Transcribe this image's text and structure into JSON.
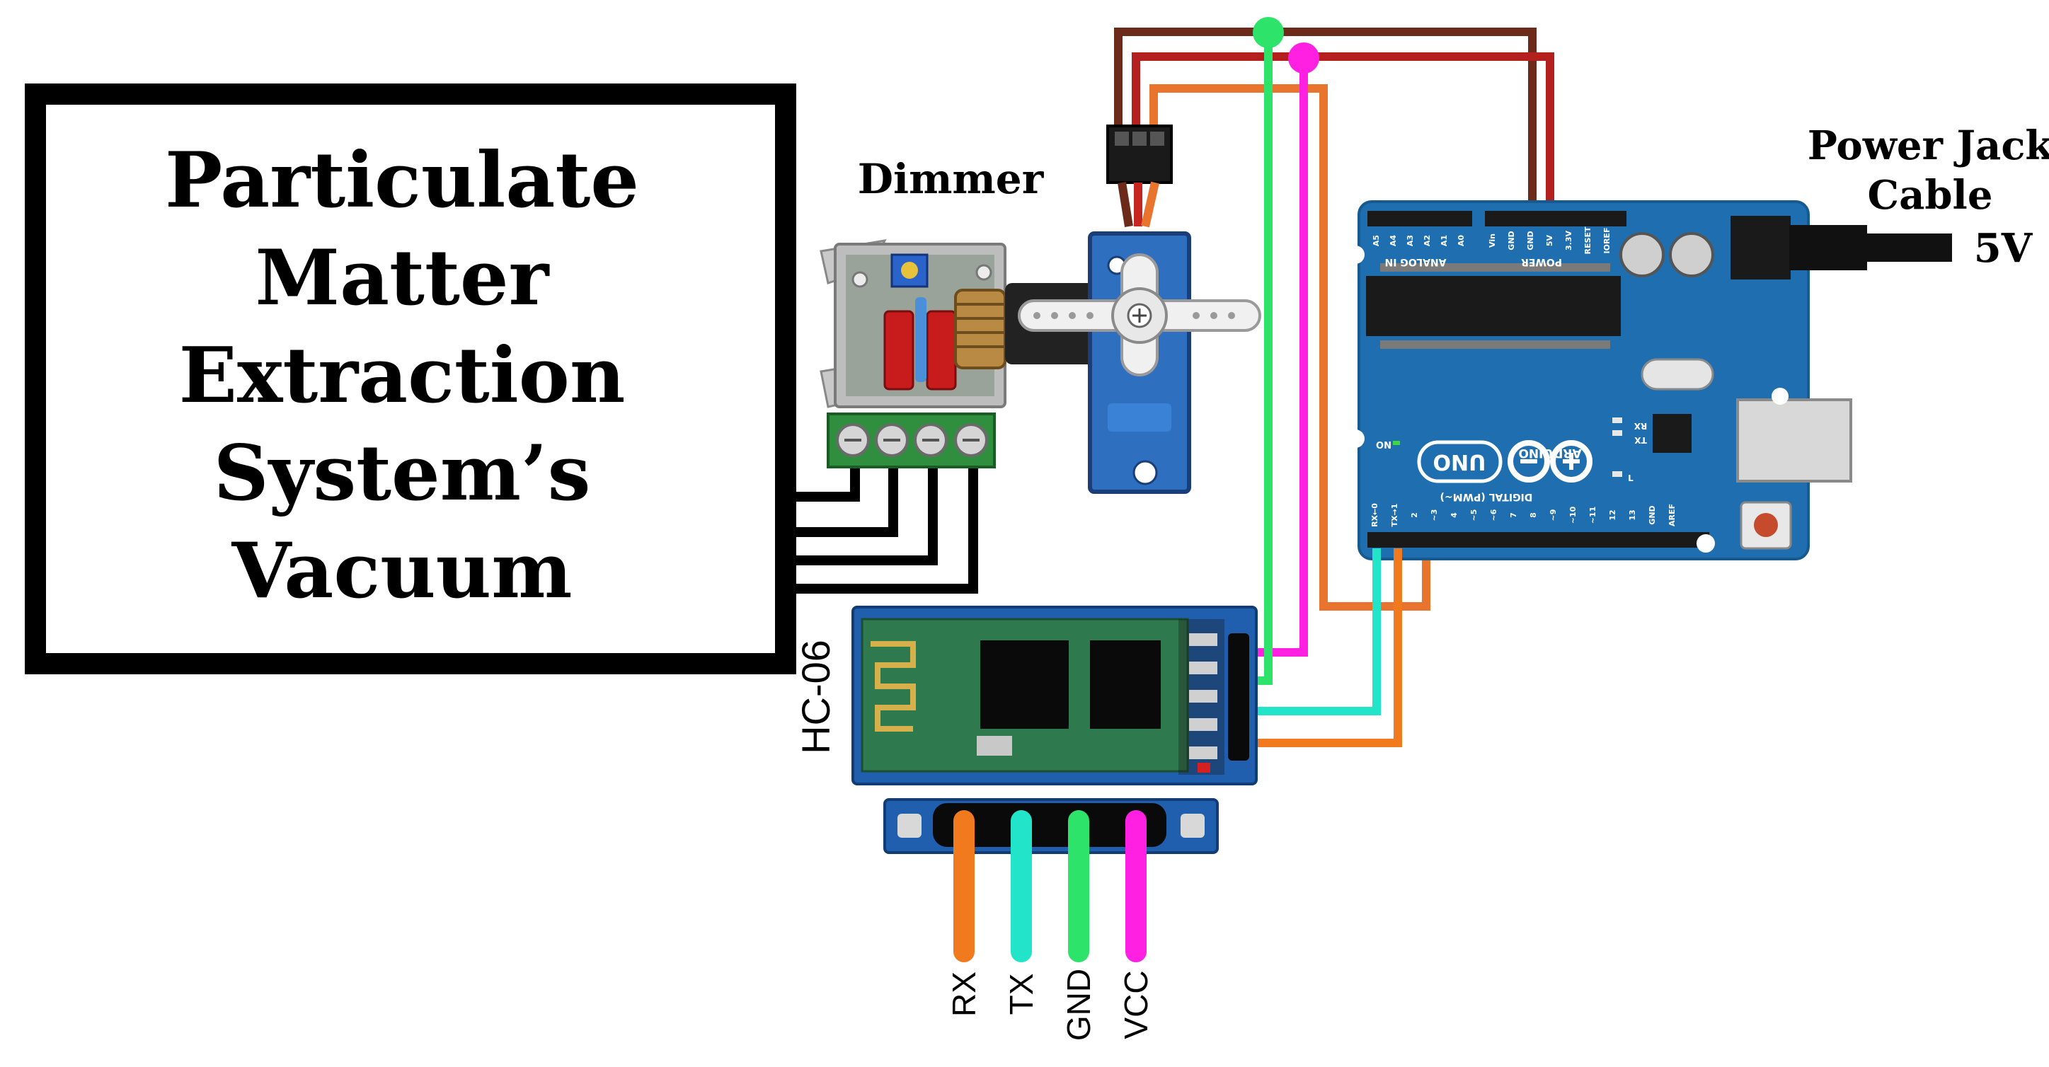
{
  "vacuum_box": {
    "lines": [
      "Particulate",
      "Matter",
      "Extraction",
      "System’s",
      "Vacuum"
    ]
  },
  "labels": {
    "dimmer": "Dimmer",
    "power_jack_line1": "Power Jack",
    "power_jack_line2": "Cable",
    "power_voltage": "5V",
    "bt_module": "HC-06"
  },
  "hc06_pins": [
    "RX",
    "TX",
    "GND",
    "VCC"
  ],
  "arduino": {
    "brand": "ARDUINO",
    "model": "UNO",
    "on_label": "ON",
    "tx_label": "TX",
    "rx_label": "RX",
    "l_label": "L",
    "analog_in": "ANALOG IN",
    "power": "POWER",
    "digital": "DIGITAL (PWM~)",
    "analog_pins": [
      "A5",
      "A4",
      "A3",
      "A2",
      "A1",
      "A0"
    ],
    "power_pins": [
      "Vin",
      "GND",
      "GND",
      "5V",
      "3.3V",
      "RESET",
      "IOREF"
    ],
    "digital_pins": [
      "RX←0",
      "TX→1",
      "2",
      "~3",
      "4",
      "~5",
      "~6",
      "7",
      "8",
      "~9",
      "~10",
      "~11",
      "12",
      "13",
      "GND",
      "AREF"
    ]
  },
  "wire_colors": {
    "servo_signal": "#e8742d",
    "servo_power": "#b3201e",
    "servo_ground": "#6b2a1a",
    "bt_rx": "#f07a1d",
    "bt_tx": "#21e4c8",
    "bt_gnd": "#2de36a",
    "bt_vcc": "#ff20e2",
    "vacuum": "#111111"
  }
}
